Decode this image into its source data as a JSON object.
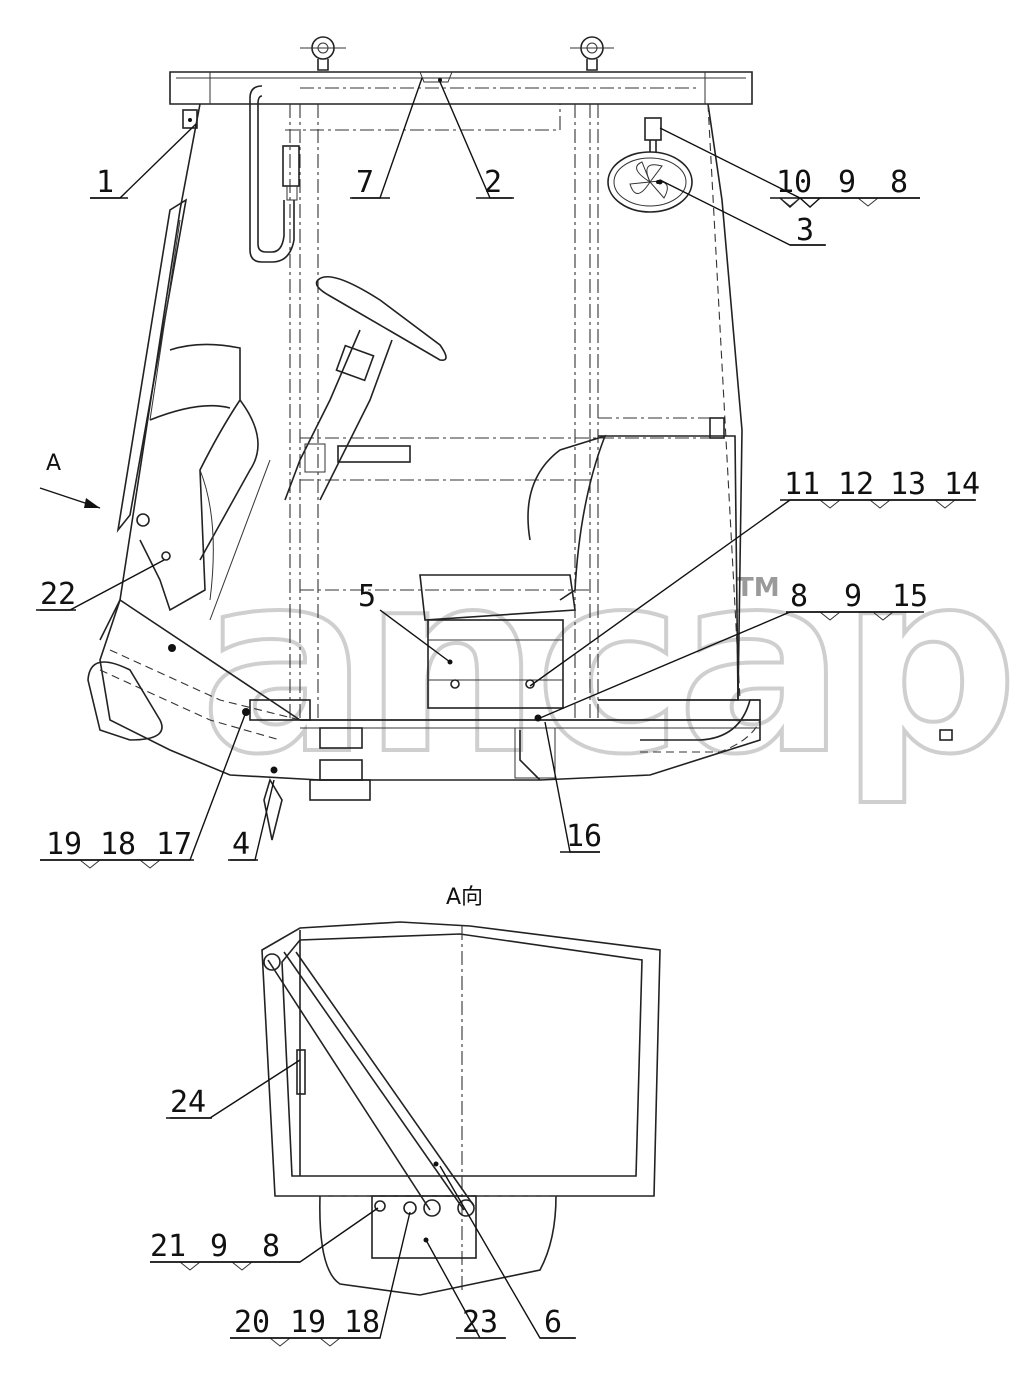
{
  "view_a_title": "A向",
  "arrow_label": "A",
  "watermark": {
    "text": "ancap",
    "tm": "TM"
  },
  "part_labels": [
    {
      "id": "p1",
      "text": "1"
    },
    {
      "id": "p7",
      "text": "7"
    },
    {
      "id": "p2",
      "text": "2"
    },
    {
      "id": "p10",
      "text": "10"
    },
    {
      "id": "p9a",
      "text": "9"
    },
    {
      "id": "p8a",
      "text": "8"
    },
    {
      "id": "p3",
      "text": "3"
    },
    {
      "id": "p11",
      "text": "11"
    },
    {
      "id": "p12",
      "text": "12"
    },
    {
      "id": "p13",
      "text": "13"
    },
    {
      "id": "p14",
      "text": "14"
    },
    {
      "id": "p5",
      "text": "5"
    },
    {
      "id": "p8b",
      "text": "8"
    },
    {
      "id": "p9b",
      "text": "9"
    },
    {
      "id": "p15",
      "text": "15"
    },
    {
      "id": "p22",
      "text": "22"
    },
    {
      "id": "p16",
      "text": "16"
    },
    {
      "id": "p19a",
      "text": "19"
    },
    {
      "id": "p18a",
      "text": "18"
    },
    {
      "id": "p17",
      "text": "17"
    },
    {
      "id": "p4",
      "text": "4"
    },
    {
      "id": "p24",
      "text": "24"
    },
    {
      "id": "p21",
      "text": "21"
    },
    {
      "id": "p9c",
      "text": "9"
    },
    {
      "id": "p8c",
      "text": "8"
    },
    {
      "id": "p20",
      "text": "20"
    },
    {
      "id": "p19b",
      "text": "19"
    },
    {
      "id": "p18b",
      "text": "18"
    },
    {
      "id": "p23",
      "text": "23"
    },
    {
      "id": "p6",
      "text": "6"
    }
  ]
}
